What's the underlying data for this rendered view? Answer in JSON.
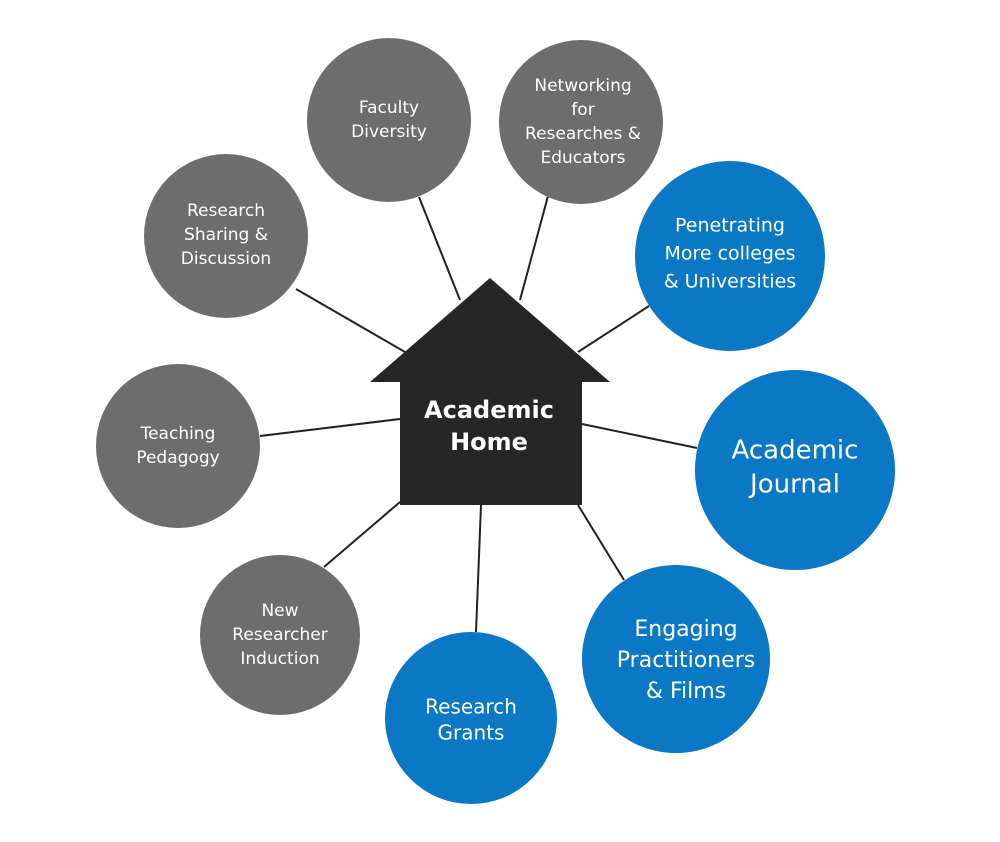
{
  "colors": {
    "gray": "#6d6d6d",
    "blue": "#0a78c4",
    "house": "#262626",
    "text": "#ffffff"
  },
  "center": {
    "lines": [
      "Academic",
      "Home"
    ]
  },
  "nodes": [
    {
      "id": "faculty-diversity",
      "lines": [
        "Faculty",
        "Diversity"
      ],
      "color": "gray"
    },
    {
      "id": "networking",
      "lines": [
        "Networking",
        "for",
        "Researches &",
        "Educators"
      ],
      "color": "gray"
    },
    {
      "id": "penetrating",
      "lines": [
        "Penetrating",
        "More colleges",
        "& Universities"
      ],
      "color": "blue"
    },
    {
      "id": "academic-journal",
      "lines": [
        "Academic",
        "Journal"
      ],
      "color": "blue"
    },
    {
      "id": "engaging",
      "lines": [
        "Engaging",
        "Practitioners",
        "& Films"
      ],
      "color": "blue"
    },
    {
      "id": "research-grants",
      "lines": [
        "Research",
        "Grants"
      ],
      "color": "blue"
    },
    {
      "id": "new-researcher",
      "lines": [
        "New",
        "Researcher",
        "Induction"
      ],
      "color": "gray"
    },
    {
      "id": "teaching-pedagogy",
      "lines": [
        "Teaching",
        "Pedagogy"
      ],
      "color": "gray"
    },
    {
      "id": "research-sharing",
      "lines": [
        "Research",
        "Sharing &",
        "Discussion"
      ],
      "color": "gray"
    }
  ]
}
